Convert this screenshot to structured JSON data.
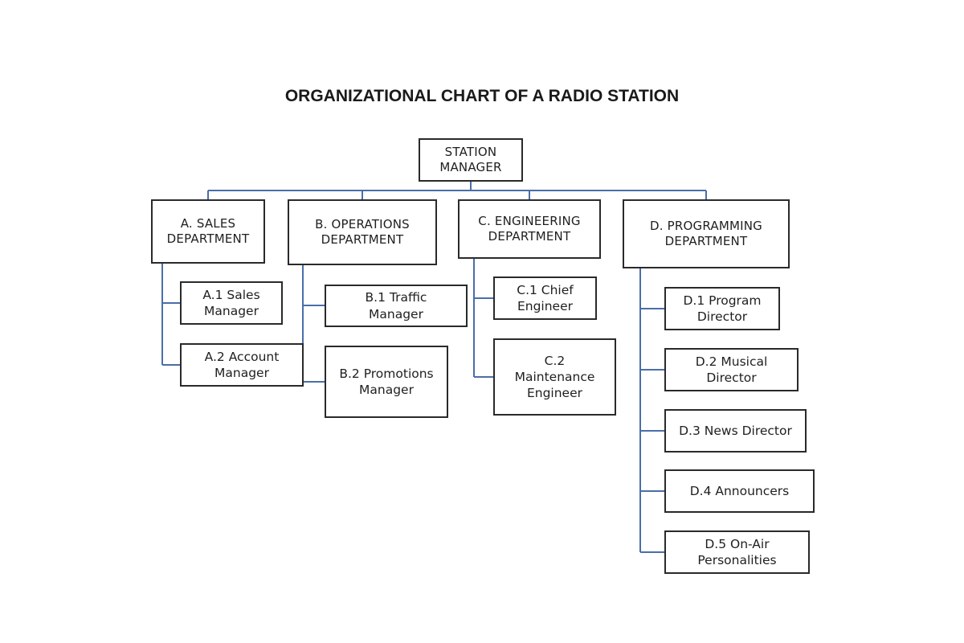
{
  "title": "ORGANIZATIONAL CHART OF A RADIO STATION",
  "colors": {
    "line": "#4a6ea8",
    "border": "#2a2a2a"
  },
  "root": {
    "label": "STATION\nMANAGER"
  },
  "departments": [
    {
      "label": "A. SALES\nDEPARTMENT",
      "roles": [
        {
          "label": "A.1 Sales\nManager"
        },
        {
          "label": "A.2 Account\nManager"
        }
      ]
    },
    {
      "label": "B. OPERATIONS\nDEPARTMENT",
      "roles": [
        {
          "label": "B.1 Traffic\nManager"
        },
        {
          "label": "B.2 Promotions\nManager"
        }
      ]
    },
    {
      "label": "C. ENGINEERING\nDEPARTMENT",
      "roles": [
        {
          "label": "C.1 Chief\nEngineer"
        },
        {
          "label": "C.2\nMaintenance\nEngineer"
        }
      ]
    },
    {
      "label": "D. PROGRAMMING\nDEPARTMENT",
      "roles": [
        {
          "label": "D.1 Program\nDirector"
        },
        {
          "label": "D.2 Musical\nDirector"
        },
        {
          "label": "D.3 News Director"
        },
        {
          "label": "D.4 Announcers"
        },
        {
          "label": "D.5 On-Air\nPersonalities"
        }
      ]
    }
  ]
}
